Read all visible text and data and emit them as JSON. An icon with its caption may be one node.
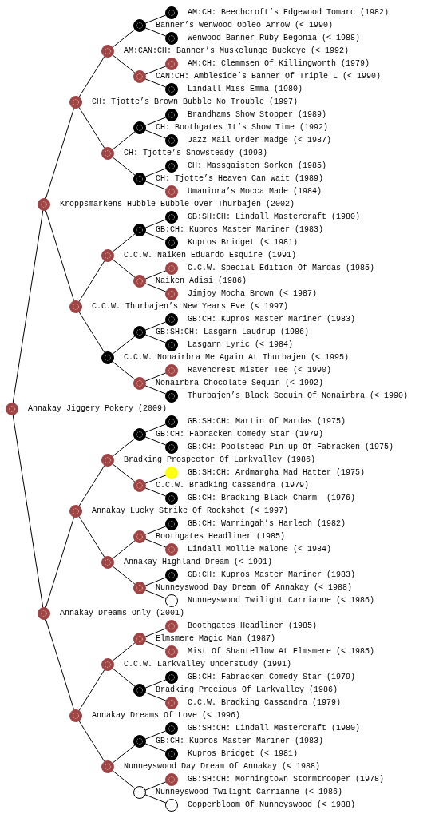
{
  "diagram": {
    "nodes": [
      {
        "text": [
          "AM:CH: Beechcroft’s Edgewood Tomarc (1982)"
        ]
      },
      {
        "text": [
          "Banner’s Wenwood Obleo Arrow (< 1990)"
        ]
      },
      {
        "text": [
          "Wenwood Banner Ruby Begonia (< 1988)"
        ]
      },
      {
        "text": [
          "AM:CAN:CH: Banner’s Muskelunge Buckeye (< 1992)"
        ]
      },
      {
        "text": [
          "AM:CH: Clemmsen Of Killingworth (1979)"
        ]
      },
      {
        "text": [
          "CAN:CH: Ambleside’s Banner Of Triple L (< 1990)"
        ]
      },
      {
        "text": [
          "Lindall Miss Emma (1980)"
        ]
      },
      {
        "text": [
          "CH: Tjotte’s Brown Bubble No Trouble (1997)"
        ]
      },
      {
        "text": [
          "Brandhams Show Stopper (1989)"
        ]
      },
      {
        "text": [
          "CH: Boothgates It’s Show Time (1992)"
        ]
      },
      {
        "text": [
          "Jazz Mail Order Madge (< 1987)"
        ]
      },
      {
        "text": [
          "CH: Tjotte’s Showsteady (1993)"
        ]
      },
      {
        "text": [
          "CH: Massgaisten Sorken (1985)"
        ]
      },
      {
        "text": [
          "CH: Tjotte’s Heaven Can Wait (1989)"
        ]
      },
      {
        "text": [
          "Umaniora’s Mocca Made (1984)"
        ]
      },
      {
        "text": [
          "Kroppsmarkens Hubble Bubble Over Thurbajen (2002)"
        ]
      },
      {
        "text": [
          "GB:SH:CH: Lindall Mastercraft (1980)"
        ]
      },
      {
        "text": [
          "GB:CH: Kupros Master Mariner (1983)"
        ]
      },
      {
        "text": [
          "Kupros Bridget (< 1981)"
        ]
      },
      {
        "text": [
          "C.C.W. Naiken Eduardo Esquire (1991)"
        ]
      },
      {
        "text": [
          "C.C.W. Special Edition Of Mardas (1985)"
        ]
      },
      {
        "text": [
          "Naiken Adisi (1986)"
        ]
      },
      {
        "text": [
          "Jimjoy Mocha Brown (< 1987)"
        ]
      },
      {
        "text": [
          "C.C.W. Thurbajen’s New Years Eve (< 1997)"
        ]
      },
      {
        "text": [
          "GB:CH: Kupros Master Mariner (1983)"
        ]
      },
      {
        "text": [
          "GB:SH:CH: Lasgarn Laudrup (1986)"
        ]
      },
      {
        "text": [
          "Lasgarn Lyric (< 1984)"
        ]
      },
      {
        "text": [
          "C.C.W. Nonairbra Me Again At Thurbajen (< 1995)"
        ]
      },
      {
        "text": [
          "Ravencrest Mister Tee (< 1990)"
        ]
      },
      {
        "text": [
          "Nonairbra Chocolate Sequin (< 1992)"
        ]
      },
      {
        "text": [
          "Thurbajen’s Black Sequin Of Nonairbra (< 1990)"
        ]
      },
      {
        "text": [
          "Annakay Jiggery Pokery (2009)"
        ]
      },
      {
        "text": [
          "GB:SH:CH: Martin Of Mardas (1975)"
        ]
      },
      {
        "text": [
          "GB:CH: Fabracken Comedy Star (1979)"
        ]
      },
      {
        "text": [
          "GB:CH: Poolstead Pin-up Of Fabracken (1975)"
        ]
      },
      {
        "text": [
          "Bradking Prospector Of Larkvalley (1986)"
        ]
      },
      {
        "text": [
          "GB:SH:CH: Ardmargha Mad Hatter (1975)"
        ]
      },
      {
        "text": [
          "C.C.W. Bradking Cassandra (1979)"
        ]
      },
      {
        "text": [
          "GB:CH: Bradking Black Charm  (1976)"
        ]
      },
      {
        "text": [
          "Annakay Lucky Strike Of Rockshot (< 1997)"
        ]
      },
      {
        "text": [
          "GB:CH: Warringah’s Harlech (1982)"
        ]
      },
      {
        "text": [
          "Boothgates Headliner (1985)"
        ]
      },
      {
        "text": [
          "Lindall Mollie Malone (< 1984)"
        ]
      },
      {
        "text": [
          "Annakay Highland Dream (< 1991)"
        ]
      },
      {
        "text": [
          "GB:CH: Kupros Master Mariner (1983)"
        ]
      },
      {
        "text": [
          "Nunneyswood Day Dream Of Annakay (< 1988)"
        ]
      },
      {
        "text": [
          "Nunneyswood Twilight Carrianne (< 1986)"
        ]
      },
      {
        "text": [
          "Annakay Dreams Only (2001)"
        ]
      },
      {
        "text": [
          "Boothgates Headliner (1985)"
        ]
      },
      {
        "text": [
          "Elmsmere Magic Man (1987)"
        ]
      },
      {
        "text": [
          "Mist Of Shantellow At Elmsmere (< 1985)"
        ]
      },
      {
        "text": [
          "C.C.W. Larkvalley Understudy (1991)"
        ]
      },
      {
        "text": [
          "GB:CH: Fabracken Comedy Star (1979)"
        ]
      },
      {
        "text": [
          "Bradking Precious Of Larkvalley (1986)"
        ]
      },
      {
        "text": [
          "C.C.W. Bradking Cassandra (1979)"
        ]
      },
      {
        "text": [
          "Annakay Dreams Of Love (< 1996)"
        ]
      },
      {
        "text": [
          "GB:SH:CH: Lindall Mastercraft (1980)"
        ]
      },
      {
        "text": [
          "GB:CH: Kupros Master Mariner (1983)"
        ]
      },
      {
        "text": [
          "Kupros Bridget (< 1981)"
        ]
      },
      {
        "text": [
          "Nunneyswood Day Dream Of Annakay (< 1988)"
        ]
      },
      {
        "text": [
          "GB:SH:CH: Morningtown Stormtrooper (1978)"
        ]
      },
      {
        "text": [
          "Nunneyswood Twilight Carrianne (< 1986)"
        ]
      },
      {
        "text": [
          "Copperbloom Of Nunneyswood (< 1988)"
        ]
      }
    ],
    "edges": [
      {
        "from": 1,
        "to": 0,
        "arrow": "none"
      },
      {
        "from": 1,
        "to": 2,
        "arrow": "none"
      },
      {
        "from": 3,
        "to": 1,
        "arrow": "none"
      },
      {
        "from": 3,
        "to": 5,
        "arrow": "none"
      },
      {
        "from": 5,
        "to": 4,
        "arrow": "none"
      },
      {
        "from": 5,
        "to": 6,
        "arrow": "none"
      },
      {
        "from": 7,
        "to": 3,
        "arrow": "none"
      },
      {
        "from": 7,
        "to": 11,
        "arrow": "none"
      },
      {
        "from": 9,
        "to": 8,
        "arrow": "none"
      },
      {
        "from": 9,
        "to": 10,
        "arrow": "none"
      },
      {
        "from": 11,
        "to": 9,
        "arrow": "none"
      },
      {
        "from": 11,
        "to": 13,
        "arrow": "none"
      },
      {
        "from": 13,
        "to": 12,
        "arrow": "none"
      },
      {
        "from": 13,
        "to": 14,
        "arrow": "none"
      },
      {
        "from": 15,
        "to": 7,
        "arrow": "none"
      },
      {
        "from": 15,
        "to": 23,
        "arrow": "none"
      },
      {
        "from": 17,
        "to": 16,
        "arrow": "none"
      },
      {
        "from": 17,
        "to": 18,
        "arrow": "none"
      },
      {
        "from": 19,
        "to": 17,
        "arrow": "none"
      },
      {
        "from": 19,
        "to": 21,
        "arrow": "none"
      },
      {
        "from": 21,
        "to": 20,
        "arrow": "none"
      },
      {
        "from": 21,
        "to": 22,
        "arrow": "none"
      },
      {
        "from": 23,
        "to": 19,
        "arrow": "none"
      },
      {
        "from": 23,
        "to": 27,
        "arrow": "none"
      },
      {
        "from": 25,
        "to": 24,
        "arrow": "none"
      },
      {
        "from": 25,
        "to": 26,
        "arrow": "none"
      },
      {
        "from": 27,
        "to": 25,
        "arrow": "none"
      },
      {
        "from": 27,
        "to": 29,
        "arrow": "none"
      },
      {
        "from": 29,
        "to": 28,
        "arrow": "none"
      },
      {
        "from": 29,
        "to": 30,
        "arrow": "none"
      },
      {
        "from": 31,
        "to": 15,
        "arrow": "none"
      },
      {
        "from": 31,
        "to": 47,
        "arrow": "none"
      },
      {
        "from": 33,
        "to": 32,
        "arrow": "none"
      },
      {
        "from": 33,
        "to": 34,
        "arrow": "none"
      },
      {
        "from": 35,
        "to": 33,
        "arrow": "none"
      },
      {
        "from": 35,
        "to": 37,
        "arrow": "none"
      },
      {
        "from": 37,
        "to": 36,
        "arrow": "none"
      },
      {
        "from": 37,
        "to": 38,
        "arrow": "none"
      },
      {
        "from": 39,
        "to": 35,
        "arrow": "none"
      },
      {
        "from": 39,
        "to": 43,
        "arrow": "none"
      },
      {
        "from": 41,
        "to": 40,
        "arrow": "none"
      },
      {
        "from": 41,
        "to": 42,
        "arrow": "none"
      },
      {
        "from": 43,
        "to": 41,
        "arrow": "none"
      },
      {
        "from": 43,
        "to": 45,
        "arrow": "none"
      },
      {
        "from": 45,
        "to": 44,
        "arrow": "none"
      },
      {
        "from": 45,
        "to": 46,
        "arrow": "none"
      },
      {
        "from": 47,
        "to": 39,
        "arrow": "none"
      },
      {
        "from": 47,
        "to": 55,
        "arrow": "none"
      },
      {
        "from": 49,
        "to": 48,
        "arrow": "none"
      },
      {
        "from": 49,
        "to": 50,
        "arrow": "none"
      },
      {
        "from": 51,
        "to": 49,
        "arrow": "none"
      },
      {
        "from": 51,
        "to": 53,
        "arrow": "none"
      },
      {
        "from": 53,
        "to": 52,
        "arrow": "none"
      },
      {
        "from": 53,
        "to": 54,
        "arrow": "none"
      },
      {
        "from": 55,
        "to": 51,
        "arrow": "none"
      },
      {
        "from": 55,
        "to": 59,
        "arrow": "none"
      },
      {
        "from": 57,
        "to": 56,
        "arrow": "none"
      },
      {
        "from": 57,
        "to": 58,
        "arrow": "none"
      },
      {
        "from": 59,
        "to": 57,
        "arrow": "none"
      },
      {
        "from": 59,
        "to": 61,
        "arrow": "none"
      },
      {
        "from": 61,
        "to": 60,
        "arrow": "none"
      },
      {
        "from": 61,
        "to": 62,
        "arrow": "none"
      }
    ]
  }
}
